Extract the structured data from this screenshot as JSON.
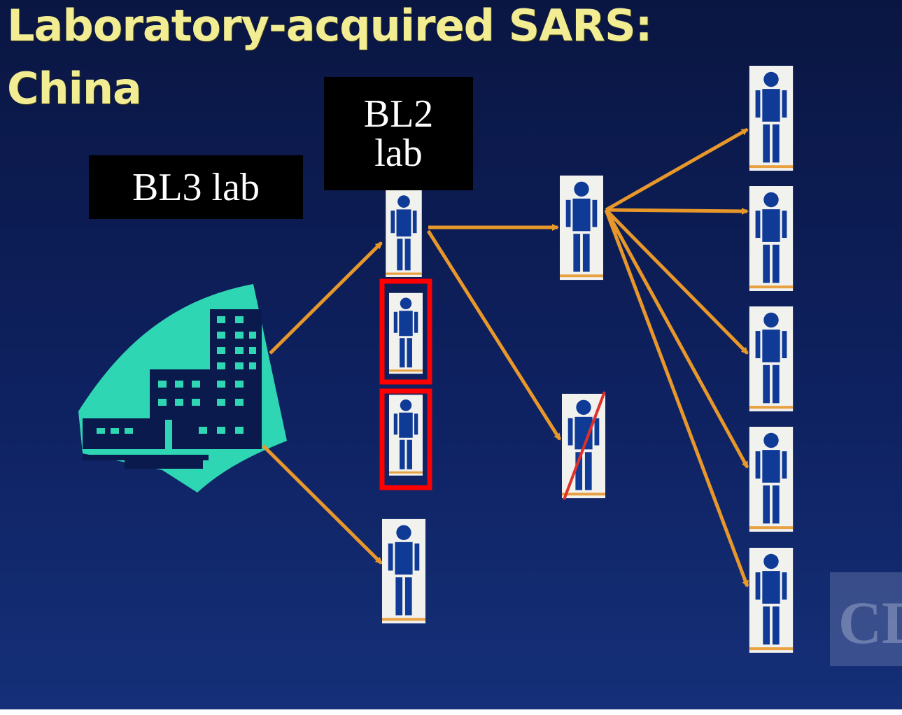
{
  "title": {
    "line1": "Laboratory-acquired SARS:",
    "line2": "China"
  },
  "labels": {
    "bl3": "BL3 lab",
    "bl2_line1": "BL2",
    "bl2_line2": "lab"
  },
  "watermark": "CDC",
  "colors": {
    "title": "#f2ec92",
    "arrow": "#e8982a",
    "building": "#2fd6b4",
    "person": "#0f3a96",
    "card": "#f1f1ee",
    "highlight": "#ff0000",
    "deceased_slash": "#e0302a"
  },
  "icons": {
    "lab": "building-icon",
    "case": "person-icon"
  },
  "transmission": {
    "source": "BL3 lab",
    "generations": [
      {
        "generation": 1,
        "cases": 4,
        "highlighted": 2
      },
      {
        "generation": 2,
        "cases": 2,
        "deceased": 1
      },
      {
        "generation": 3,
        "cases": 5
      }
    ]
  }
}
